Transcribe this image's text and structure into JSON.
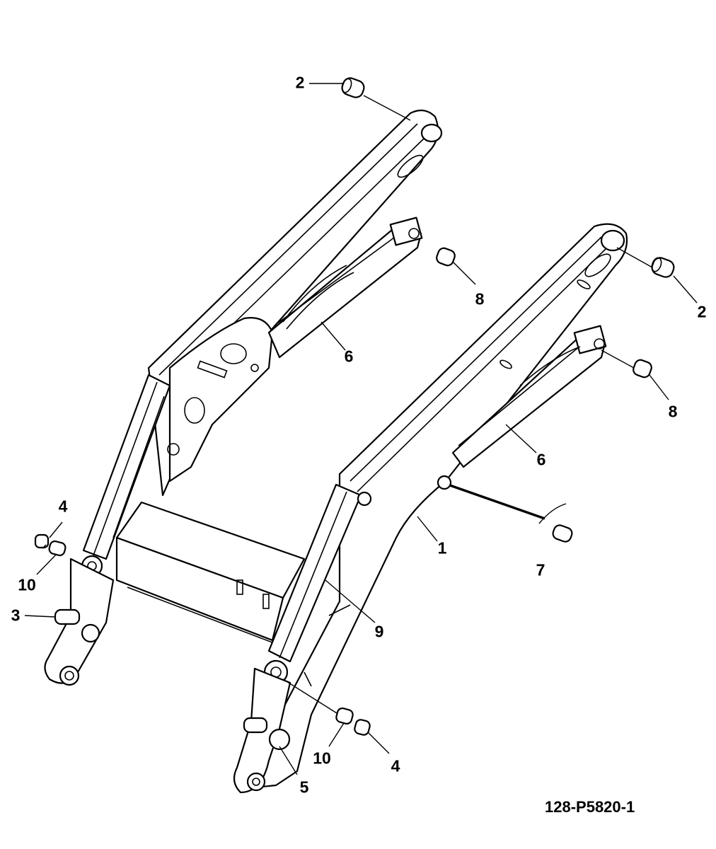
{
  "callouts": [
    {
      "id": "c2a",
      "label": "2"
    },
    {
      "id": "c8a",
      "label": "8"
    },
    {
      "id": "c6a",
      "label": "6"
    },
    {
      "id": "c2b",
      "label": "2"
    },
    {
      "id": "c8b",
      "label": "8"
    },
    {
      "id": "c6b",
      "label": "6"
    },
    {
      "id": "c1",
      "label": "1"
    },
    {
      "id": "c7",
      "label": "7"
    },
    {
      "id": "c9",
      "label": "9"
    },
    {
      "id": "c4a",
      "label": "4"
    },
    {
      "id": "c10a",
      "label": "10"
    },
    {
      "id": "c3",
      "label": "3"
    },
    {
      "id": "c10b",
      "label": "10"
    },
    {
      "id": "c4b",
      "label": "4"
    },
    {
      "id": "c5",
      "label": "5"
    }
  ],
  "drawing_number": "128-P5820-1"
}
